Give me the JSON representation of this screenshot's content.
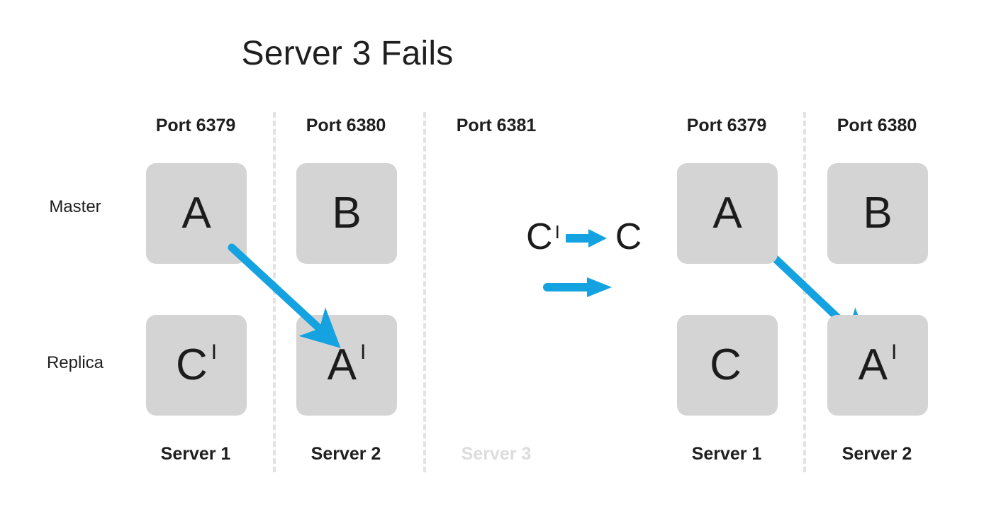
{
  "title": "Server 3 Fails",
  "colors": {
    "accent": "#14A3E0",
    "node_fill": "#D4D4D4",
    "text": "#1C1C1C",
    "divider": "#E3E3E3",
    "failed_text": "#DCDCDC",
    "background": "#FFFFFF"
  },
  "row_labels": {
    "master": "Master",
    "replica": "Replica"
  },
  "left_panel": {
    "columns": [
      {
        "port": "Port 6379",
        "server": "Server 1",
        "failed": false,
        "master": "A",
        "master_prime": "",
        "replica": "C",
        "replica_prime": "I"
      },
      {
        "port": "Port 6380",
        "server": "Server 2",
        "failed": false,
        "master": "B",
        "master_prime": "",
        "replica": "A",
        "replica_prime": "I"
      },
      {
        "port": "Port 6381",
        "server": "Server 3",
        "failed": true,
        "master": "",
        "master_prime": "",
        "replica": "",
        "replica_prime": ""
      }
    ]
  },
  "right_panel": {
    "columns": [
      {
        "port": "Port 6379",
        "server": "Server 1",
        "failed": false,
        "master": "A",
        "master_prime": "",
        "replica": "C",
        "replica_prime": ""
      },
      {
        "port": "Port 6380",
        "server": "Server 2",
        "failed": false,
        "master": "B",
        "master_prime": "",
        "replica": "A",
        "replica_prime": "I"
      }
    ]
  },
  "center_transition": {
    "from_label": "C",
    "from_prime": "I",
    "to_label": "C",
    "arrow": "right-arrow"
  },
  "arrows": {
    "left_replication": "A replicates to A-prime on Server 2",
    "right_replication": "A replicates to A-prime on Server 2",
    "center_promote": "C-prime promoted to C",
    "center_flow": "right-arrow"
  }
}
